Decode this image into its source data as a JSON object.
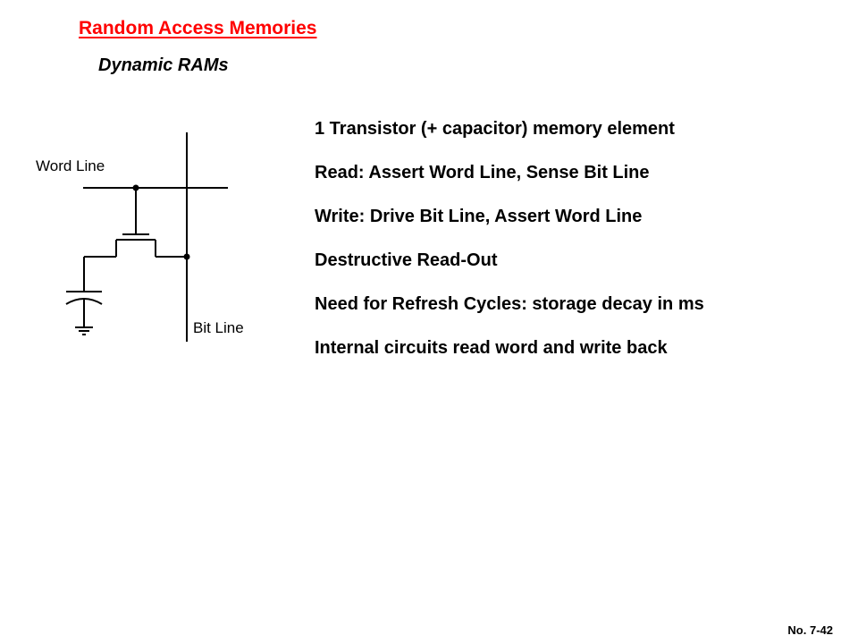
{
  "header": {
    "title": "Random Access Memories",
    "subtitle": "Dynamic RAMs"
  },
  "diagram": {
    "word_line_label": "Word Line",
    "bit_line_label": "Bit Line"
  },
  "bullets": [
    "1 Transistor (+ capacitor) memory element",
    "Read: Assert Word Line, Sense Bit Line",
    "Write: Drive Bit Line, Assert Word Line",
    "Destructive Read-Out",
    "Need for Refresh Cycles: storage decay in ms",
    "Internal circuits read word and write back"
  ],
  "footer": {
    "slide_number": "No. 7-42"
  }
}
